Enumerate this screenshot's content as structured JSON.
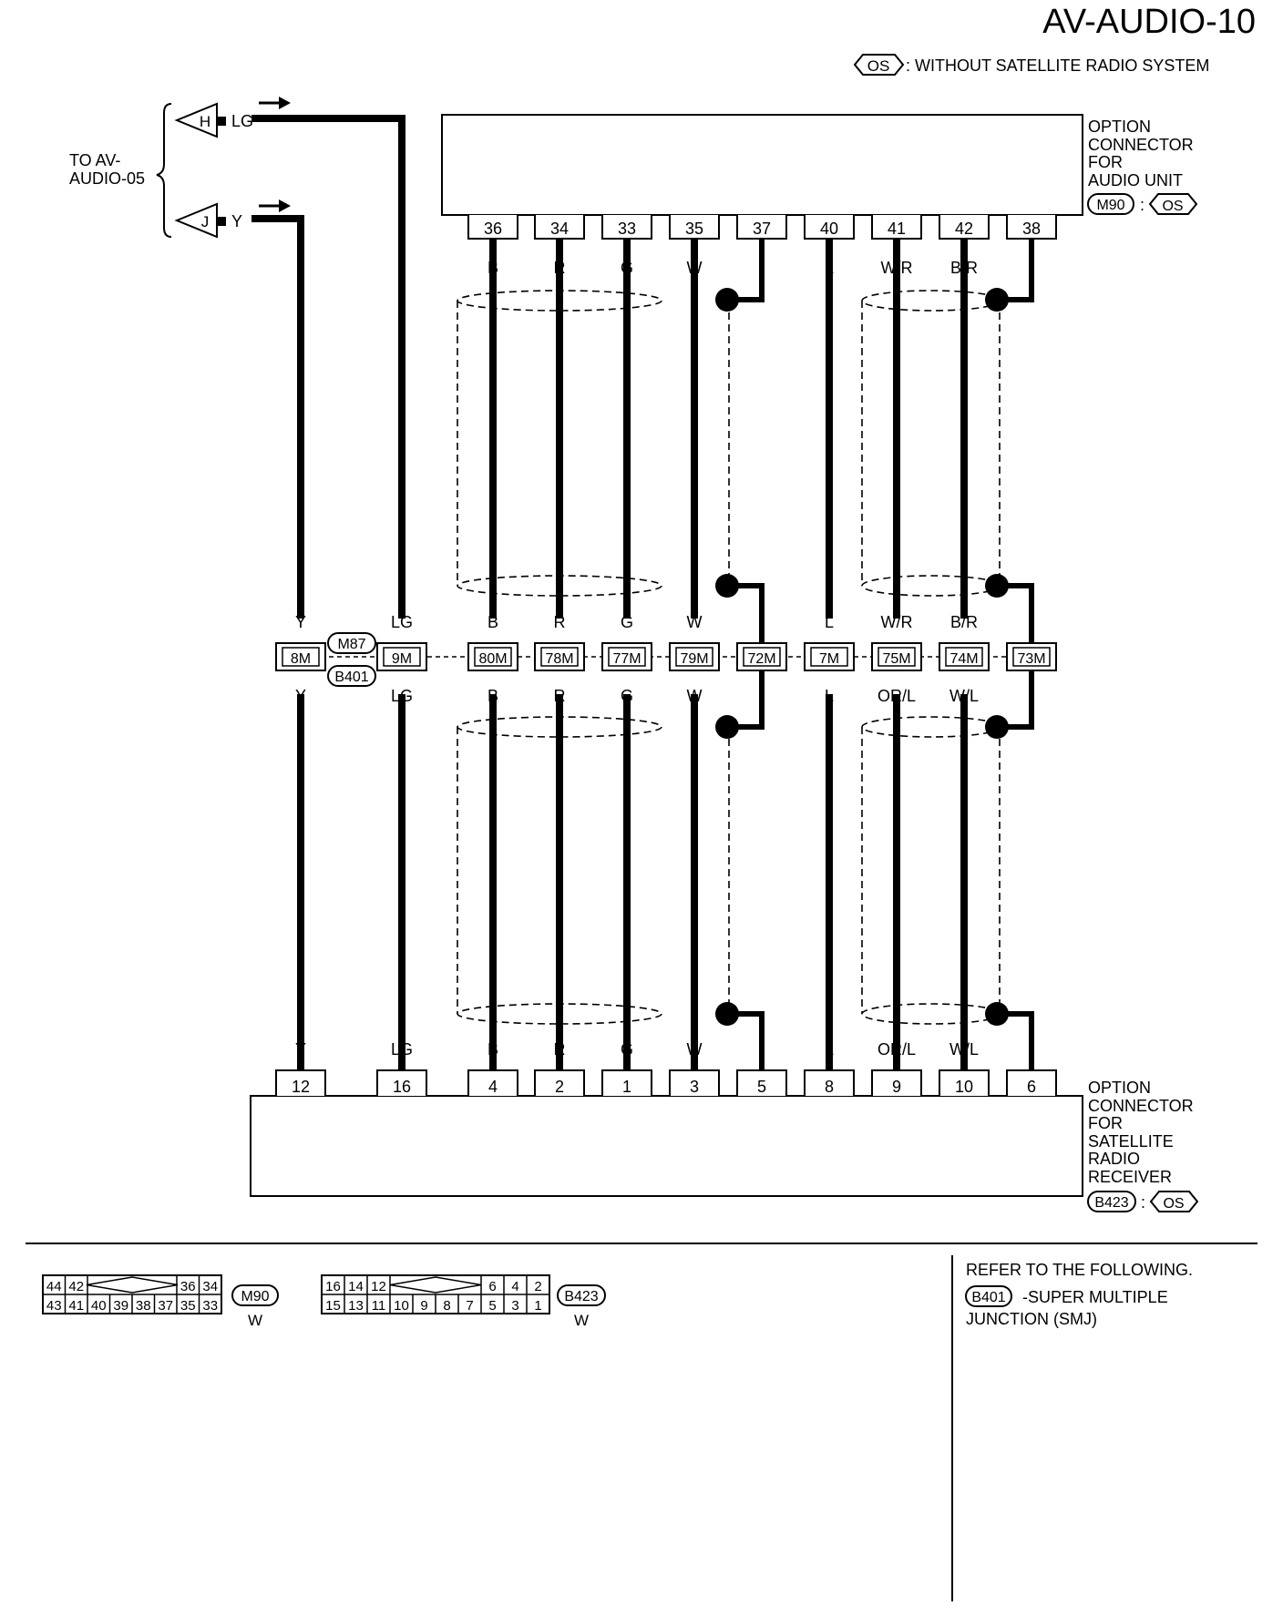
{
  "page_title": "AV-AUDIO-10",
  "legend": {
    "badge": "OS",
    "text": ": WITHOUT SATELLITE RADIO SYSTEM"
  },
  "external": {
    "label_line1": "TO AV-",
    "label_line2": "AUDIO-05",
    "connectors": [
      {
        "id": "H",
        "color": "LG"
      },
      {
        "id": "J",
        "color": "Y"
      }
    ]
  },
  "audio_unit": {
    "lines": [
      "OPTION",
      "CONNECTOR",
      "FOR",
      "AUDIO UNIT"
    ],
    "connector": "M90",
    "separator": ":",
    "badge": "OS"
  },
  "sat_receiver": {
    "lines": [
      "OPTION",
      "CONNECTOR",
      "FOR",
      "SATELLITE",
      "RADIO",
      "RECEIVER"
    ],
    "connector": "B423",
    "separator": ":",
    "badge": "OS"
  },
  "junction": {
    "top": "M87",
    "bottom": "B401"
  },
  "wires": [
    {
      "top_pin": "",
      "top_color": "Y",
      "junction": "8M",
      "bottom_color": "Y",
      "bottom_pin": "12",
      "shield": false
    },
    {
      "top_pin": "",
      "top_color": "LG",
      "junction": "9M",
      "bottom_color": "LG",
      "bottom_pin": "16",
      "shield": false
    },
    {
      "top_pin": "36",
      "top_color": "B",
      "junction": "80M",
      "bottom_color": "B",
      "bottom_pin": "4",
      "shield": false
    },
    {
      "top_pin": "34",
      "top_color": "R",
      "junction": "78M",
      "bottom_color": "R",
      "bottom_pin": "2",
      "shield": false
    },
    {
      "top_pin": "33",
      "top_color": "G",
      "junction": "77M",
      "bottom_color": "G",
      "bottom_pin": "1",
      "shield": false
    },
    {
      "top_pin": "35",
      "top_color": "W",
      "junction": "79M",
      "bottom_color": "W",
      "bottom_pin": "3",
      "shield": false
    },
    {
      "top_pin": "37",
      "top_color": "",
      "junction": "72M",
      "bottom_color": "",
      "bottom_pin": "5",
      "shield": true
    },
    {
      "top_pin": "40",
      "top_color": "L",
      "junction": "7M",
      "bottom_color": "L",
      "bottom_pin": "8",
      "shield": false
    },
    {
      "top_pin": "41",
      "top_color": "W/R",
      "junction": "75M",
      "bottom_color": "OR/L",
      "bottom_pin": "9",
      "shield": false
    },
    {
      "top_pin": "42",
      "top_color": "B/R",
      "junction": "74M",
      "bottom_color": "W/L",
      "bottom_pin": "10",
      "shield": false
    },
    {
      "top_pin": "38",
      "top_color": "",
      "junction": "73M",
      "bottom_color": "",
      "bottom_pin": "6",
      "shield": true
    }
  ],
  "pinout_m90": {
    "top_row": [
      "44",
      "42",
      "36",
      "34"
    ],
    "bottom_row": [
      "43",
      "41",
      "40",
      "39",
      "38",
      "37",
      "35",
      "33"
    ],
    "id": "M90",
    "color": "W"
  },
  "pinout_b423": {
    "top_row": [
      "16",
      "14",
      "12",
      "6",
      "4",
      "2"
    ],
    "bottom_row": [
      "15",
      "13",
      "11",
      "10",
      "9",
      "8",
      "7",
      "5",
      "3",
      "1"
    ],
    "id": "B423",
    "color": "W"
  },
  "refer": {
    "title": "REFER TO THE FOLLOWING.",
    "connector": "B401",
    "line1": "-SUPER MULTIPLE",
    "line2": "JUNCTION (SMJ)"
  }
}
